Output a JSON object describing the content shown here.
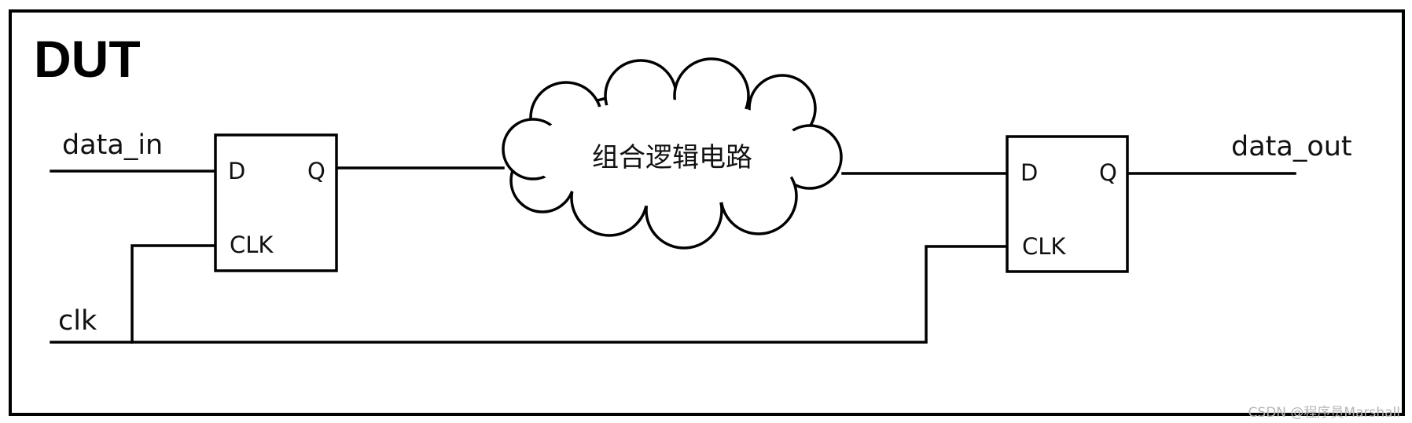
{
  "dut_label": "DUT",
  "inputs": {
    "data_in": "data_in",
    "clk": "clk"
  },
  "output": {
    "data_out": "data_out"
  },
  "flipflop_1": {
    "d": "D",
    "q": "Q",
    "clk": "CLK"
  },
  "flipflop_2": {
    "d": "D",
    "q": "Q",
    "clk": "CLK"
  },
  "logic_cloud": {
    "label": "组合逻辑电路"
  },
  "watermark": "CSDN @程序员Marshall"
}
